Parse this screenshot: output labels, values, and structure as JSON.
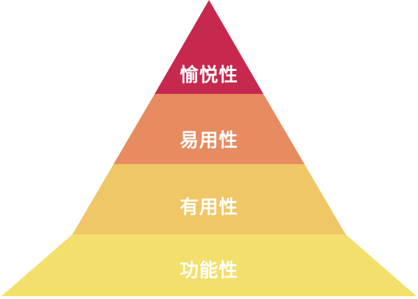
{
  "diagram": {
    "type": "pyramid",
    "layers": [
      {
        "label": "愉悦性",
        "color": "#c7284e"
      },
      {
        "label": "易用性",
        "color": "#e78b60"
      },
      {
        "label": "有用性",
        "color": "#efc766"
      },
      {
        "label": "功能性",
        "color": "#f3df6b"
      }
    ]
  }
}
